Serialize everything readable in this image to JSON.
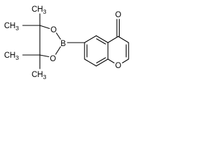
{
  "structure": {
    "atoms": {
      "ketone_oxygen": "O",
      "ring_oxygen": "O",
      "boron": "B",
      "boronate_oxygen_upper": "O",
      "boronate_oxygen_lower": "O",
      "methyl_1": "CH3",
      "methyl_2": "CH3",
      "methyl_3": "CH3",
      "methyl_4": "CH3"
    }
  }
}
